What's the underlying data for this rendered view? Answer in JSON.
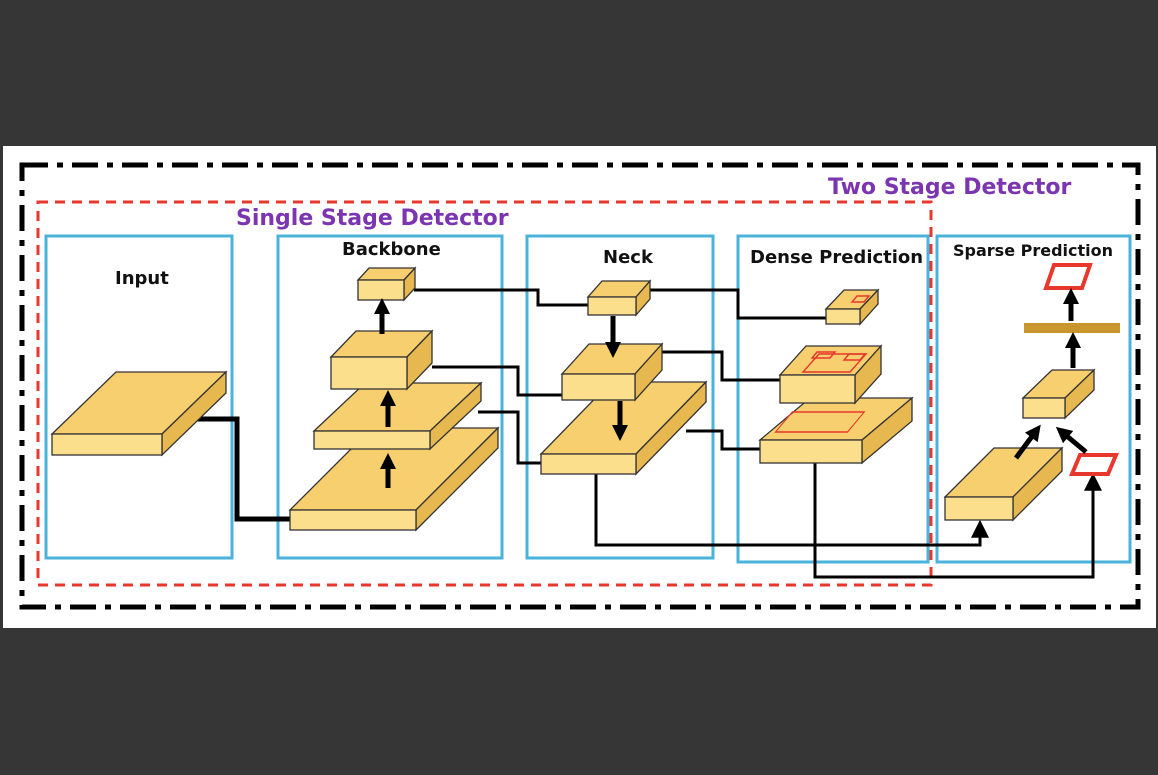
{
  "figure": {
    "two_stage_label": "Two Stage Detector",
    "single_stage_label": "Single Stage Detector",
    "stages": {
      "input": "Input",
      "backbone": "Backbone",
      "neck": "Neck",
      "dense_prediction": "Dense Prediction",
      "sparse_prediction": "Sparse Prediction"
    }
  },
  "colors": {
    "background": "#363636",
    "figure_background": "#ffffff",
    "title_purple": "#7b35b0",
    "panel_border": "#4ab3db",
    "single_stage_border": "#e8372d",
    "block_fill": "#fcdf8c",
    "bar_fill": "#c9962e",
    "prediction_box": "#e8372d"
  }
}
